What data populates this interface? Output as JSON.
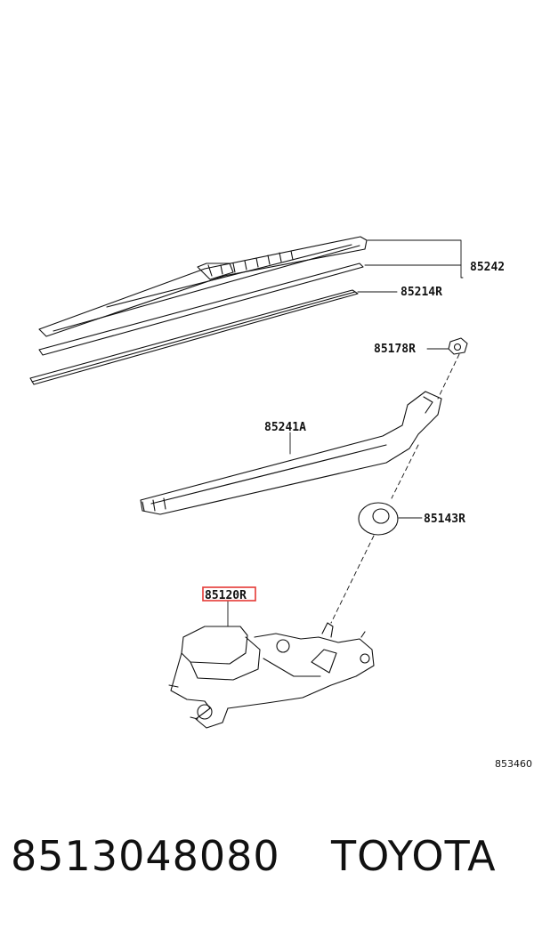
{
  "callouts": {
    "c85242": "85242",
    "c85214r": "85214R",
    "c85178r": "85178R",
    "c85241a": "85241A",
    "c85143r": "85143R",
    "c85120r": "85120R"
  },
  "diagram_ref": "853460",
  "footer": {
    "part_number": "8513048080",
    "brand": "TOYOTA"
  },
  "colors": {
    "line": "#111111",
    "highlight": "#e53935",
    "background": "#ffffff"
  }
}
